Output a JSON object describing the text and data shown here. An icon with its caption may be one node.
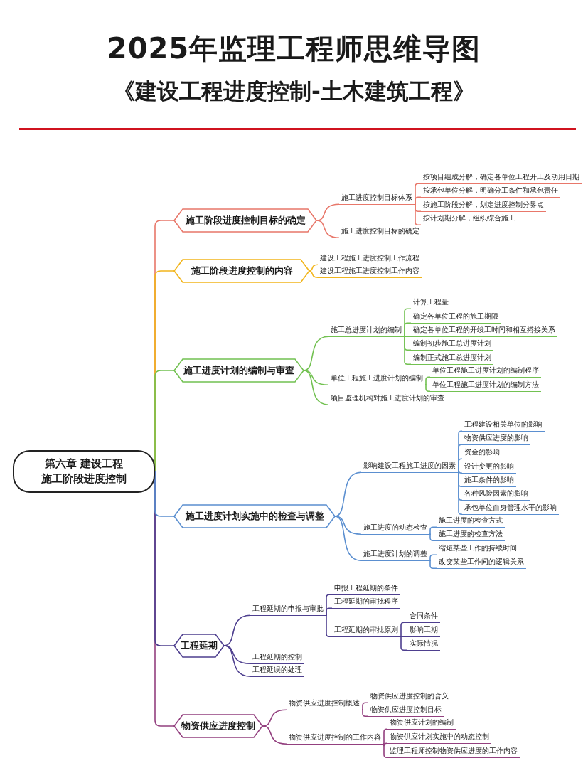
{
  "diagram": {
    "title": "2025年监理工程师思维导图",
    "labels": [
      "《建设工程进度控制-土木建筑工程》"
    ],
    "nodes": [
      {
        "text": [
          "第六章 建设工程施工阶段进度控制"
        ]
      },
      {
        "text": [
          "施工阶段进度控制目标的确定"
        ]
      },
      {
        "text": [
          "施工进度控制目标体系"
        ]
      },
      {
        "text": [
          "按项目组成分解，确定各单位工程开工及动用日期"
        ]
      },
      {
        "text": [
          "按承包单位分解，明确分工条件和承包责任"
        ]
      },
      {
        "text": [
          "按施工阶段分解，划定进度控制分界点"
        ]
      },
      {
        "text": [
          "按计划期分解，组织综合施工"
        ]
      },
      {
        "text": [
          "施工进度控制目标的确定"
        ]
      },
      {
        "text": [
          "施工阶段进度控制的内容"
        ]
      },
      {
        "text": [
          "建设工程施工进度控制工作流程"
        ]
      },
      {
        "text": [
          "建设工程施工进度控制工作内容"
        ]
      },
      {
        "text": [
          "施工进度计划的编制与审查"
        ]
      },
      {
        "text": [
          "施工总进度计划的编制"
        ]
      },
      {
        "text": [
          "计算工程量"
        ]
      },
      {
        "text": [
          "确定各单位工程的施工期限"
        ]
      },
      {
        "text": [
          "确定各单位工程的开竣工时间和相互搭接关系"
        ]
      },
      {
        "text": [
          "编制初步施工总进度计划"
        ]
      },
      {
        "text": [
          "编制正式施工总进度计划"
        ]
      },
      {
        "text": [
          "单位工程施工进度计划的编制"
        ]
      },
      {
        "text": [
          "单位工程施工进度计划的编制程序"
        ]
      },
      {
        "text": [
          "单位工程施工进度计划的编制方法"
        ]
      },
      {
        "text": [
          "项目监理机构对施工进度计划的审查"
        ]
      },
      {
        "text": [
          "施工进度计划实施中的检查与调整"
        ]
      },
      {
        "text": [
          "影响建设工程施工进度的因素"
        ]
      },
      {
        "text": [
          "工程建设相关单位的影响"
        ]
      },
      {
        "text": [
          "物资供应进度的影响"
        ]
      },
      {
        "text": [
          "资金的影响"
        ]
      },
      {
        "text": [
          "设计变更的影响"
        ]
      },
      {
        "text": [
          "施工条件的影响"
        ]
      },
      {
        "text": [
          "各种风险因素的影响"
        ]
      },
      {
        "text": [
          "承包单位自身管理水平的影响"
        ]
      },
      {
        "text": [
          "施工进度的动态检查"
        ]
      },
      {
        "text": [
          "施工进度的检查方式"
        ]
      },
      {
        "text": [
          "施工进度的检查方法"
        ]
      },
      {
        "text": [
          "施工进度计划的调整"
        ]
      },
      {
        "text": [
          "缩短某些工作的持续时间"
        ]
      },
      {
        "text": [
          "改变某些工作间的逻辑关系"
        ]
      },
      {
        "text": [
          "工程延期"
        ]
      },
      {
        "text": [
          "工程延期的申报与审批"
        ]
      },
      {
        "text": [
          "申报工程延期的条件"
        ]
      },
      {
        "text": [
          "工程延期的审批程序"
        ]
      },
      {
        "text": [
          "工程延期的审批原则"
        ]
      },
      {
        "text": [
          "合同条件"
        ]
      },
      {
        "text": [
          "影响工期"
        ]
      },
      {
        "text": [
          "实际情况"
        ]
      },
      {
        "text": [
          "工程延期的控制"
        ]
      },
      {
        "text": [
          "工程延误的处理"
        ]
      },
      {
        "text": [
          "物资供应进度控制"
        ]
      },
      {
        "text": [
          "物资供应进度控制概述"
        ]
      },
      {
        "text": [
          "物资供应进度控制的含义"
        ]
      },
      {
        "text": [
          "物资供应进度控制目标"
        ]
      },
      {
        "text": [
          "物资供应进度控制的工作内容"
        ]
      },
      {
        "text": [
          "物资供应计划的编制"
        ]
      },
      {
        "text": [
          "物资供应计划实施中的动态控制"
        ]
      },
      {
        "text": [
          "监理工程师控制物资供应进度的工作内容"
        ]
      }
    ],
    "edges": [
      {
        "from": 0,
        "to": 1,
        "arrow": "none",
        "color": "#e8776a"
      },
      {
        "from": 1,
        "to": 2,
        "arrow": "none",
        "color": "#e8776a"
      },
      {
        "from": 2,
        "to": 3,
        "arrow": "none",
        "color": "#e8776a"
      },
      {
        "from": 2,
        "to": 4,
        "arrow": "none",
        "color": "#e8776a"
      },
      {
        "from": 2,
        "to": 5,
        "arrow": "none",
        "color": "#e8776a"
      },
      {
        "from": 2,
        "to": 6,
        "arrow": "none",
        "color": "#e8776a"
      },
      {
        "from": 1,
        "to": 7,
        "arrow": "none",
        "color": "#e8776a"
      },
      {
        "from": 0,
        "to": 8,
        "arrow": "none",
        "color": "#f2b51c"
      },
      {
        "from": 8,
        "to": 9,
        "arrow": "none",
        "color": "#f2b51c"
      },
      {
        "from": 8,
        "to": 10,
        "arrow": "none",
        "color": "#f2b51c"
      },
      {
        "from": 0,
        "to": 11,
        "arrow": "none",
        "color": "#72c151"
      },
      {
        "from": 11,
        "to": 12,
        "arrow": "none",
        "color": "#72c151"
      },
      {
        "from": 12,
        "to": 13,
        "arrow": "none",
        "color": "#72c151"
      },
      {
        "from": 12,
        "to": 14,
        "arrow": "none",
        "color": "#72c151"
      },
      {
        "from": 12,
        "to": 15,
        "arrow": "none",
        "color": "#72c151"
      },
      {
        "from": 12,
        "to": 16,
        "arrow": "none",
        "color": "#72c151"
      },
      {
        "from": 12,
        "to": 17,
        "arrow": "none",
        "color": "#72c151"
      },
      {
        "from": 11,
        "to": 18,
        "arrow": "none",
        "color": "#72c151"
      },
      {
        "from": 18,
        "to": 19,
        "arrow": "none",
        "color": "#72c151"
      },
      {
        "from": 18,
        "to": 20,
        "arrow": "none",
        "color": "#72c151"
      },
      {
        "from": 11,
        "to": 21,
        "arrow": "none",
        "color": "#72c151"
      },
      {
        "from": 0,
        "to": 22,
        "arrow": "none",
        "color": "#5b8fd0"
      },
      {
        "from": 22,
        "to": 23,
        "arrow": "none",
        "color": "#5b8fd0"
      },
      {
        "from": 23,
        "to": 24,
        "arrow": "none",
        "color": "#5b8fd0"
      },
      {
        "from": 23,
        "to": 25,
        "arrow": "none",
        "color": "#5b8fd0"
      },
      {
        "from": 23,
        "to": 26,
        "arrow": "none",
        "color": "#5b8fd0"
      },
      {
        "from": 23,
        "to": 27,
        "arrow": "none",
        "color": "#5b8fd0"
      },
      {
        "from": 23,
        "to": 28,
        "arrow": "none",
        "color": "#5b8fd0"
      },
      {
        "from": 23,
        "to": 29,
        "arrow": "none",
        "color": "#5b8fd0"
      },
      {
        "from": 23,
        "to": 30,
        "arrow": "none",
        "color": "#5b8fd0"
      },
      {
        "from": 22,
        "to": 31,
        "arrow": "none",
        "color": "#5b8fd0"
      },
      {
        "from": 31,
        "to": 32,
        "arrow": "none",
        "color": "#5b8fd0"
      },
      {
        "from": 31,
        "to": 33,
        "arrow": "none",
        "color": "#5b8fd0"
      },
      {
        "from": 22,
        "to": 34,
        "arrow": "none",
        "color": "#5b8fd0"
      },
      {
        "from": 34,
        "to": 35,
        "arrow": "none",
        "color": "#5b8fd0"
      },
      {
        "from": 34,
        "to": 36,
        "arrow": "none",
        "color": "#5b8fd0"
      },
      {
        "from": 0,
        "to": 37,
        "arrow": "none",
        "color": "#4e3f8f"
      },
      {
        "from": 37,
        "to": 38,
        "arrow": "none",
        "color": "#4e3f8f"
      },
      {
        "from": 38,
        "to": 39,
        "arrow": "none",
        "color": "#4e3f8f"
      },
      {
        "from": 38,
        "to": 40,
        "arrow": "none",
        "color": "#4e3f8f"
      },
      {
        "from": 38,
        "to": 41,
        "arrow": "none",
        "color": "#4e3f8f"
      },
      {
        "from": 41,
        "to": 42,
        "arrow": "none",
        "color": "#4e3f8f"
      },
      {
        "from": 41,
        "to": 43,
        "arrow": "none",
        "color": "#4e3f8f"
      },
      {
        "from": 41,
        "to": 44,
        "arrow": "none",
        "color": "#4e3f8f"
      },
      {
        "from": 37,
        "to": 45,
        "arrow": "none",
        "color": "#4e3f8f"
      },
      {
        "from": 37,
        "to": 46,
        "arrow": "none",
        "color": "#4e3f8f"
      },
      {
        "from": 0,
        "to": 47,
        "arrow": "none",
        "color": "#93407f"
      },
      {
        "from": 47,
        "to": 48,
        "arrow": "none",
        "color": "#93407f"
      },
      {
        "from": 48,
        "to": 49,
        "arrow": "none",
        "color": "#93407f"
      },
      {
        "from": 48,
        "to": 50,
        "arrow": "none",
        "color": "#93407f"
      },
      {
        "from": 47,
        "to": 51,
        "arrow": "none",
        "color": "#93407f"
      },
      {
        "from": 51,
        "to": 52,
        "arrow": "none",
        "color": "#93407f"
      },
      {
        "from": 51,
        "to": 53,
        "arrow": "none",
        "color": "#93407f"
      },
      {
        "from": 51,
        "to": 54,
        "arrow": "none",
        "color": "#93407f"
      }
    ]
  }
}
